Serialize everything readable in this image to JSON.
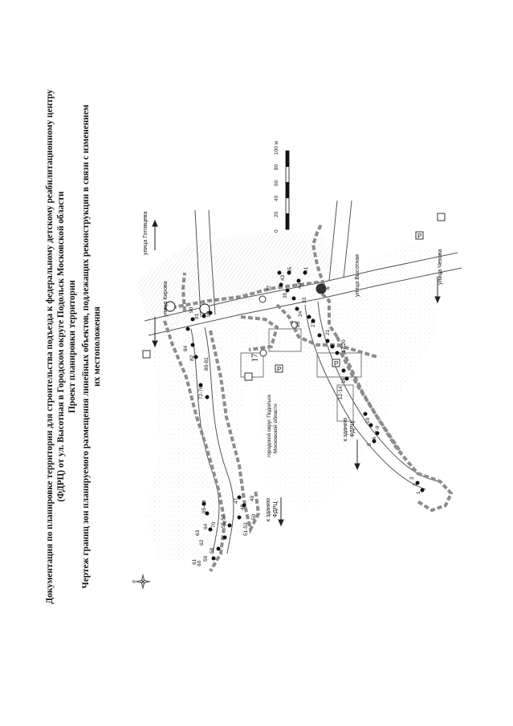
{
  "page": {
    "number": "17",
    "title_lines": [
      "Документация по планировке территории для строительства подъезда к федеральному детскому реабилитационному центру",
      "(ФДРЦ) от ул. Высотная в Городском округе Подольск Московской области",
      "Проект планировки территории"
    ],
    "subtitle_lines": [
      "Чертеж границ зон планируемого размещения линейных объектов, подлежащих реконструкции в связи с изменением",
      "их местоположения"
    ]
  },
  "map": {
    "street_labels": {
      "kirova": "улица\nКирова",
      "vysotnaya": "улица Высотная",
      "chekhova": "улица Чехова",
      "gotovtseva": "улица\nГотовцева"
    },
    "district_label": [
      "городской округ Подольск",
      "Московской области"
    ],
    "arrow_labels": {
      "to_fdrc_1": [
        "к зданию",
        "ФДРЦ"
      ],
      "to_fdrc_2": [
        "к зданию",
        "ФДРЦ"
      ]
    },
    "parking_symbol": "P",
    "scale_bar": {
      "ticks": [
        "0",
        "20",
        "40",
        "60",
        "80",
        "100 м"
      ]
    },
    "point_labels": {
      "p1": "1",
      "p2": "2",
      "p3": "3",
      "p4": "4",
      "p5": "5",
      "p6": "6",
      "p7": "7-9",
      "p8": "10",
      "p9": "11",
      "p10": "12-14",
      "p11": "15",
      "p12": "16",
      "p13": "17-20",
      "p14": "21",
      "p15": "22",
      "p16": "23",
      "p17": "24",
      "p18": "25",
      "p19": "26",
      "p20": "27",
      "p21": "28",
      "p22": "29",
      "p23": "30",
      "p24": "31",
      "p25": "32",
      "p26": "33",
      "p27": "34",
      "p28": "35",
      "p29": "36",
      "p30": "37",
      "p31": "38",
      "p32": "39",
      "p33": "40",
      "p34": "41",
      "p35": "42",
      "p36": "43",
      "p37": "44",
      "p38": "45",
      "p39": "46",
      "p40": "47",
      "p41": "48",
      "p42": "49",
      "p43": "50",
      "p44": "51-53",
      "p45": "54",
      "p46": "55-57",
      "p47": "58",
      "p48": "59",
      "p49": "60",
      "p50": "61",
      "p51": "62",
      "p52": "63",
      "p53": "64",
      "p54": "65-69",
      "p55": "70",
      "p56": "71",
      "p57": "72-76",
      "p58": "77",
      "p59": "78",
      "p60": "79",
      "p61": "80-81",
      "p62": "82",
      "p63": "83",
      "p64": "84",
      "p65": "85",
      "p66": "86-87",
      "p67": "88",
      "p68": "89",
      "p69": "90",
      "p70": "91",
      "p71": "92"
    },
    "colors": {
      "boundary": "#8c8c8c",
      "road_outline": "#555555",
      "point": "#111111",
      "hatch": "#bfbfbf"
    }
  }
}
